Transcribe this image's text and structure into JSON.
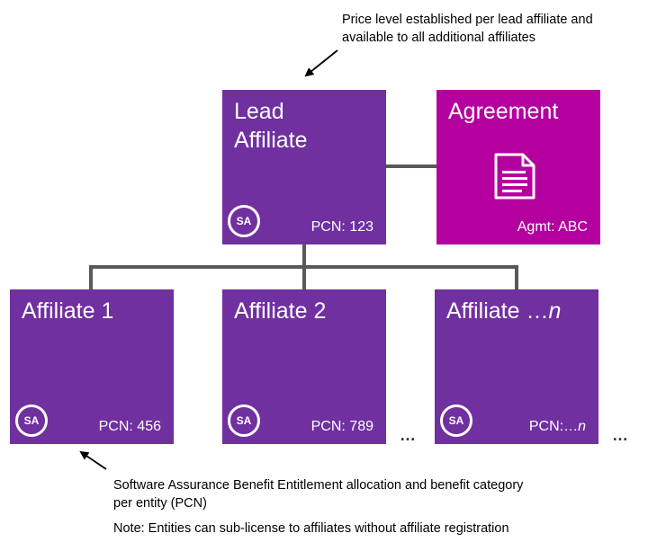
{
  "annotations": {
    "top_line1": "Price level established per lead affiliate and",
    "top_line2": "available to all additional affiliates",
    "bottom_line1": "Software Assurance Benefit Entitlement allocation and benefit category",
    "bottom_line2": "per entity (PCN)",
    "note": "Note: Entities can sub-license to affiliates without affiliate registration"
  },
  "lead": {
    "title": "Lead\nAffiliate",
    "badge": "SA",
    "pcn": "PCN: 123"
  },
  "agreement": {
    "title": "Agreement",
    "icon": "document-icon",
    "label": "Agmt: ABC"
  },
  "affiliates": [
    {
      "title": "Affiliate 1",
      "title_suffix": "",
      "badge": "SA",
      "pcn": "PCN: 456",
      "pcn_suffix": ""
    },
    {
      "title": "Affiliate 2",
      "title_suffix": "",
      "badge": "SA",
      "pcn": "PCN: 789",
      "pcn_suffix": ""
    },
    {
      "title": "Affiliate …",
      "title_suffix": "n",
      "badge": "SA",
      "pcn": "PCN:…",
      "pcn_suffix": "n"
    }
  ],
  "ellipsis": "…",
  "colors": {
    "affiliate_purple": "#7030a0",
    "agreement_magenta": "#b4009e",
    "connector_gray": "#595959"
  }
}
